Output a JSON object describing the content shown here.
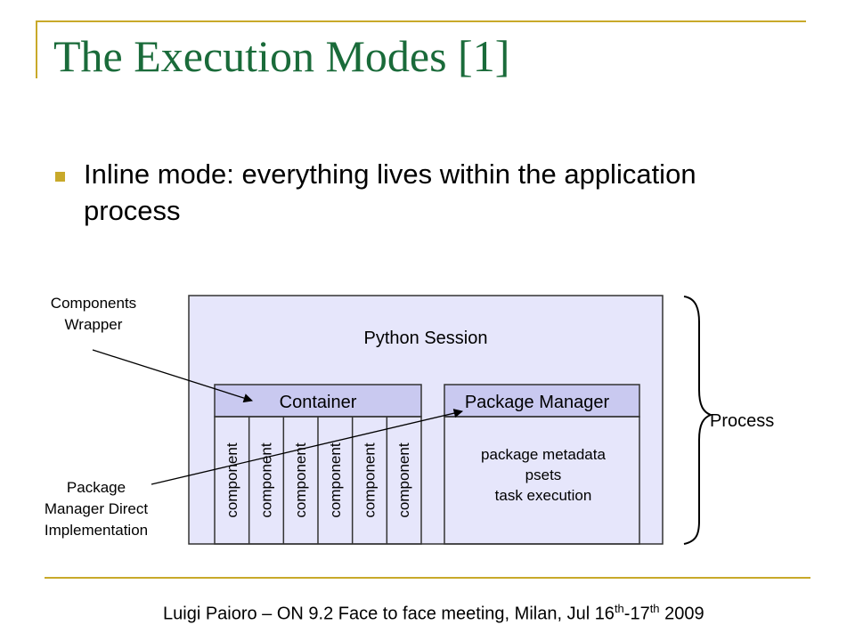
{
  "colors": {
    "accent": "#c8a92a",
    "title": "#1a6b3a",
    "panel_fill": "#e6e6fb",
    "header_fill": "#c9c9f0",
    "stroke": "#333333"
  },
  "slide": {
    "title": "The Execution Modes [1]",
    "bullet": "Inline mode: everything lives within the application process"
  },
  "diagram": {
    "session_label": "Python Session",
    "container_label": "Container",
    "package_manager_label": "Package Manager",
    "components": [
      "component",
      "component",
      "component",
      "component",
      "component",
      "component"
    ],
    "pm_details": [
      "package metadata",
      "psets",
      "task execution"
    ],
    "process_label": "Process",
    "annotation_wrapper": [
      "Components",
      "Wrapper"
    ],
    "annotation_pm": [
      "Package",
      "Manager Direct",
      "Implementation"
    ]
  },
  "footer": {
    "text": "Luigi Paioro – ON 9.2 Face to face meeting, Milan, Jul 16",
    "sup1": "th",
    "mid": "-17",
    "sup2": "th",
    "end": " 2009"
  }
}
